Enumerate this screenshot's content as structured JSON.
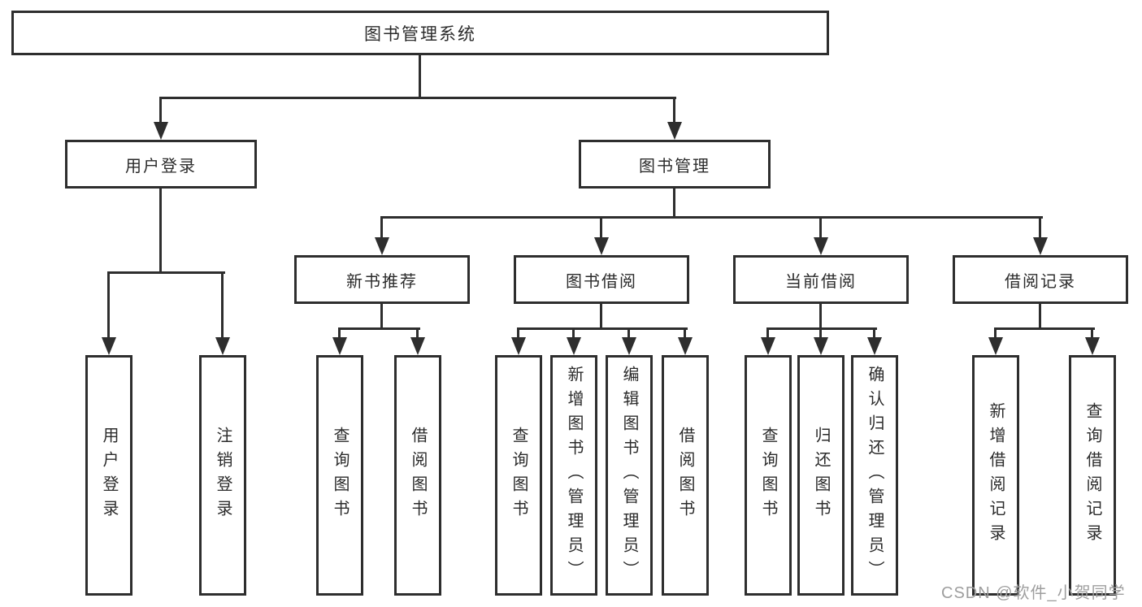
{
  "nodes": {
    "root": "图书管理系统",
    "l2": [
      "用户登录",
      "图书管理"
    ],
    "l3": [
      "新书推荐",
      "图书借阅",
      "当前借阅",
      "借阅记录"
    ],
    "leaves": [
      "用户登录",
      "注销登录",
      "查询图书",
      "借阅图书",
      "查询图书",
      "新增图书（管理员）",
      "编辑图书（管理员）",
      "借阅图书",
      "查询图书",
      "归还图书",
      "确认归还（管理员）",
      "新增借阅记录",
      "查询借阅记录"
    ]
  },
  "watermark": "CSDN @软件_小贺同学",
  "colors": {
    "line": "#2e2e2e",
    "text": "#2b2b2b",
    "background": "#ffffff",
    "watermark": "#9e9e9e"
  }
}
